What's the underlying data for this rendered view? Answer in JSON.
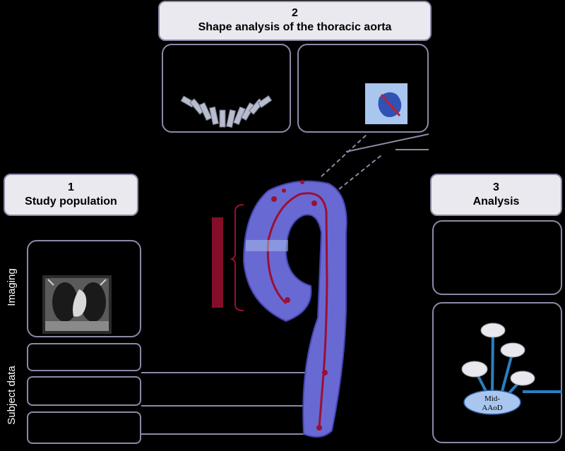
{
  "section2": {
    "number": "2",
    "title": "Shape analysis of the thoracic aorta"
  },
  "section1": {
    "number": "1",
    "title": "Study population"
  },
  "section3": {
    "number": "3",
    "title": "Analysis"
  },
  "side_labels": {
    "imaging": "Imaging",
    "subject_data": "Subject data"
  },
  "network": {
    "center_label_line1": "Mid-",
    "center_label_line2": "AAoD"
  },
  "colors": {
    "header_bg": "#e9e9ef",
    "panel_border": "#8a8aa6",
    "aorta": "#6f6fe0",
    "centerline": "#9b1030",
    "network_line": "#2a7fc0"
  }
}
